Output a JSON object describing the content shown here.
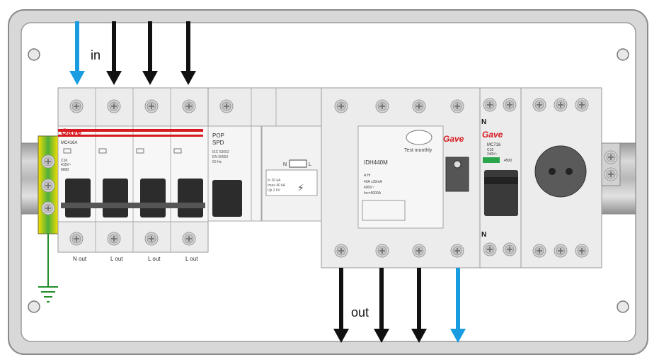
{
  "labels": {
    "in": "in",
    "out": "out"
  },
  "brand": "Gave",
  "mcb": {
    "model": "MC416A",
    "rating": "C16",
    "voltage": "415V~",
    "code": "6000",
    "out_labels": [
      "N out",
      "L out",
      "L out",
      "L out"
    ]
  },
  "spd": {
    "name_line1": "POP",
    "name_line2": "SPD",
    "std1": "IEC 63052",
    "std2": "EN 50550",
    "freq": "50 Hz",
    "in_rating": "In 20 kA",
    "imax_rating": "Imax 40 kA",
    "up_rating": "Up 2 kV",
    "nl_label": "N",
    "l_label": "L"
  },
  "rcbo": {
    "test_label": "Test monthly",
    "model": "IDH440M",
    "spec1": "A Hi",
    "spec2": "40A  ≤30mA",
    "spec3": "400V~",
    "spec4": "Inc=6000A"
  },
  "single": {
    "model": "MC716",
    "rating": "C16",
    "voltage": "240V~",
    "code": "4500",
    "n_top": "N",
    "n_bottom": "N"
  },
  "colors": {
    "live_arrow": "#111111",
    "neutral_arrow": "#1a9de0",
    "ground": "#1f8f2a",
    "brand_red": "#d71920",
    "earth_bar_green": "#4cae3a",
    "earth_bar_yellow": "#f5e000"
  }
}
